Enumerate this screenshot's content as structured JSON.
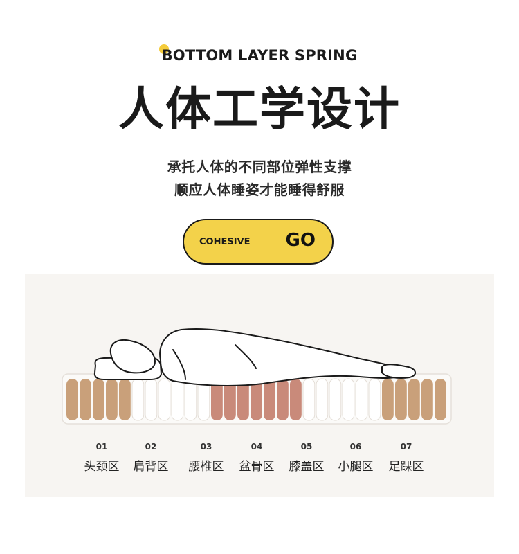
{
  "header": {
    "eyebrow": "BOTTOM LAYER SPRING",
    "title": "人体工学设计",
    "subtitle_line1": "承托人体的不同部位弹性支撑",
    "subtitle_line2": "顺应人体睡姿才能睡得舒服"
  },
  "cta": {
    "label": "COHESIVE",
    "action": "GO"
  },
  "colors": {
    "accent_yellow": "#f3d24a",
    "dot_yellow": "#f5cc3b",
    "spring_tan": "#c9a07a",
    "spring_white": "#ffffff",
    "spring_rose": "#c98a7a"
  },
  "zones": [
    {
      "num": "01",
      "name": "头颈区"
    },
    {
      "num": "02",
      "name": "肩背区"
    },
    {
      "num": "03",
      "name": "腰椎区"
    },
    {
      "num": "04",
      "name": "盆骨区"
    },
    {
      "num": "05",
      "name": "膝盖区"
    },
    {
      "num": "06",
      "name": "小腿区"
    },
    {
      "num": "07",
      "name": "足踝区"
    }
  ]
}
